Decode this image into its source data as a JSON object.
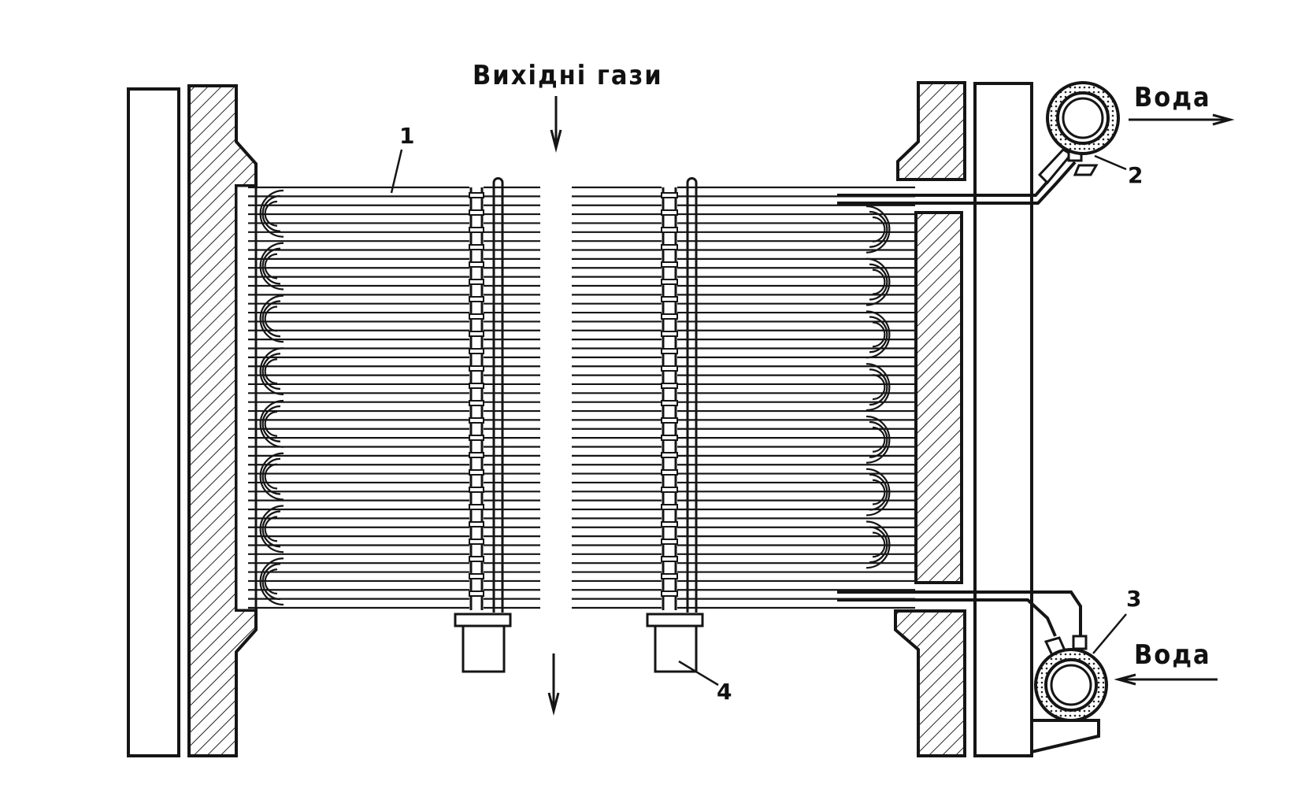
{
  "labels": {
    "gases": "Вихідні гази",
    "water_out": "Вода",
    "water_in": "Вода"
  },
  "callouts": {
    "c1": "1",
    "c2": "2",
    "c3": "3",
    "c4": "4"
  },
  "colors": {
    "ink": "#151515",
    "paper": "#ffffff"
  }
}
